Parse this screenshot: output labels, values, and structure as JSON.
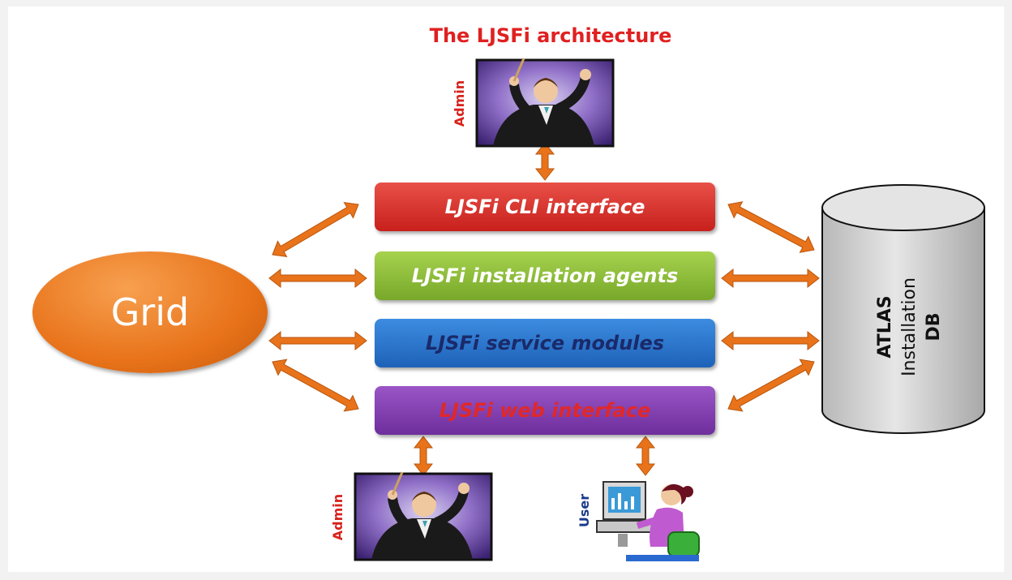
{
  "title": "The LJSFi architecture",
  "layers": {
    "cli": "LJSFi CLI interface",
    "agents": "LJSFi installation agents",
    "service": "LJSFi service modules",
    "web": "LJSFi web interface"
  },
  "grid": {
    "label": "Grid"
  },
  "database": {
    "line1": "ATLAS",
    "line2": "Installation",
    "line3": "DB"
  },
  "actors": {
    "admin_top": "Admin",
    "admin_bottom": "Admin",
    "user": "User"
  },
  "colors": {
    "title": "#e02020",
    "arrow": "#e8731a",
    "cli": "#d4302a",
    "agents": "#8cbc38",
    "service": "#2c78d0",
    "web": "#8040b0",
    "grid": "#e8731a",
    "database": "#d0d0d0"
  },
  "icons": {
    "admin": "admin-clipart-icon",
    "user": "user-at-computer-icon"
  }
}
